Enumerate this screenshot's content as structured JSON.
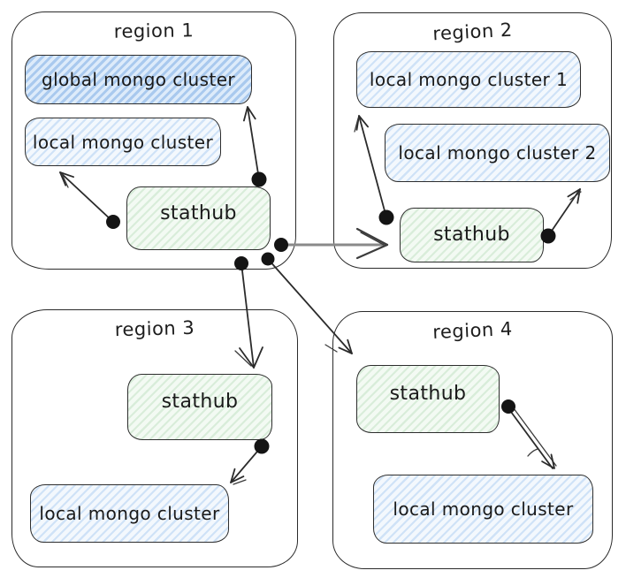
{
  "diagram": {
    "background": "#ffffff",
    "colors": {
      "frame_stroke": "#2b2b2b",
      "global_cluster_hatch": "#a9c9ee",
      "local_cluster_hatch": "#cfe2f7",
      "stathub_hatch": "#d9edda",
      "connector": "#2b2b2b",
      "cross_region_connector": "#8a8a8a",
      "endpoint_dot": "#141414",
      "text": "#1a1a1a"
    },
    "regions": [
      {
        "title": "region 1",
        "nodes": [
          {
            "label": "global mongo cluster",
            "type": "global-mongo-cluster"
          },
          {
            "label": "local mongo cluster",
            "type": "local-mongo-cluster"
          },
          {
            "label": "stathub",
            "type": "stathub"
          }
        ]
      },
      {
        "title": "region 2",
        "nodes": [
          {
            "label": "local mongo cluster 1",
            "type": "local-mongo-cluster"
          },
          {
            "label": "local mongo cluster 2",
            "type": "local-mongo-cluster"
          },
          {
            "label": "stathub",
            "type": "stathub"
          }
        ]
      },
      {
        "title": "region 3",
        "nodes": [
          {
            "label": "stathub",
            "type": "stathub"
          },
          {
            "label": "local mongo cluster",
            "type": "local-mongo-cluster"
          }
        ]
      },
      {
        "title": "region 4",
        "nodes": [
          {
            "label": "stathub",
            "type": "stathub"
          },
          {
            "label": "local mongo cluster",
            "type": "local-mongo-cluster"
          }
        ]
      }
    ],
    "connections": [
      {
        "from": "region 1 / stathub",
        "to": "region 1 / local mongo cluster",
        "style": "dark"
      },
      {
        "from": "region 1 / stathub",
        "to": "region 1 / global mongo cluster",
        "style": "dark"
      },
      {
        "from": "region 1 / stathub",
        "to": "region 2 / stathub",
        "style": "gray"
      },
      {
        "from": "region 1 / stathub",
        "to": "region 3 / stathub",
        "style": "dark"
      },
      {
        "from": "region 1 / stathub",
        "to": "region 4 / stathub",
        "style": "dark"
      },
      {
        "from": "region 2 / stathub",
        "to": "region 2 / local mongo cluster 1",
        "style": "dark"
      },
      {
        "from": "region 2 / stathub",
        "to": "region 2 / local mongo cluster 2",
        "style": "dark"
      },
      {
        "from": "region 3 / stathub",
        "to": "region 3 / local mongo cluster",
        "style": "dark"
      },
      {
        "from": "region 4 / stathub",
        "to": "region 4 / local mongo cluster",
        "style": "dark"
      }
    ]
  }
}
